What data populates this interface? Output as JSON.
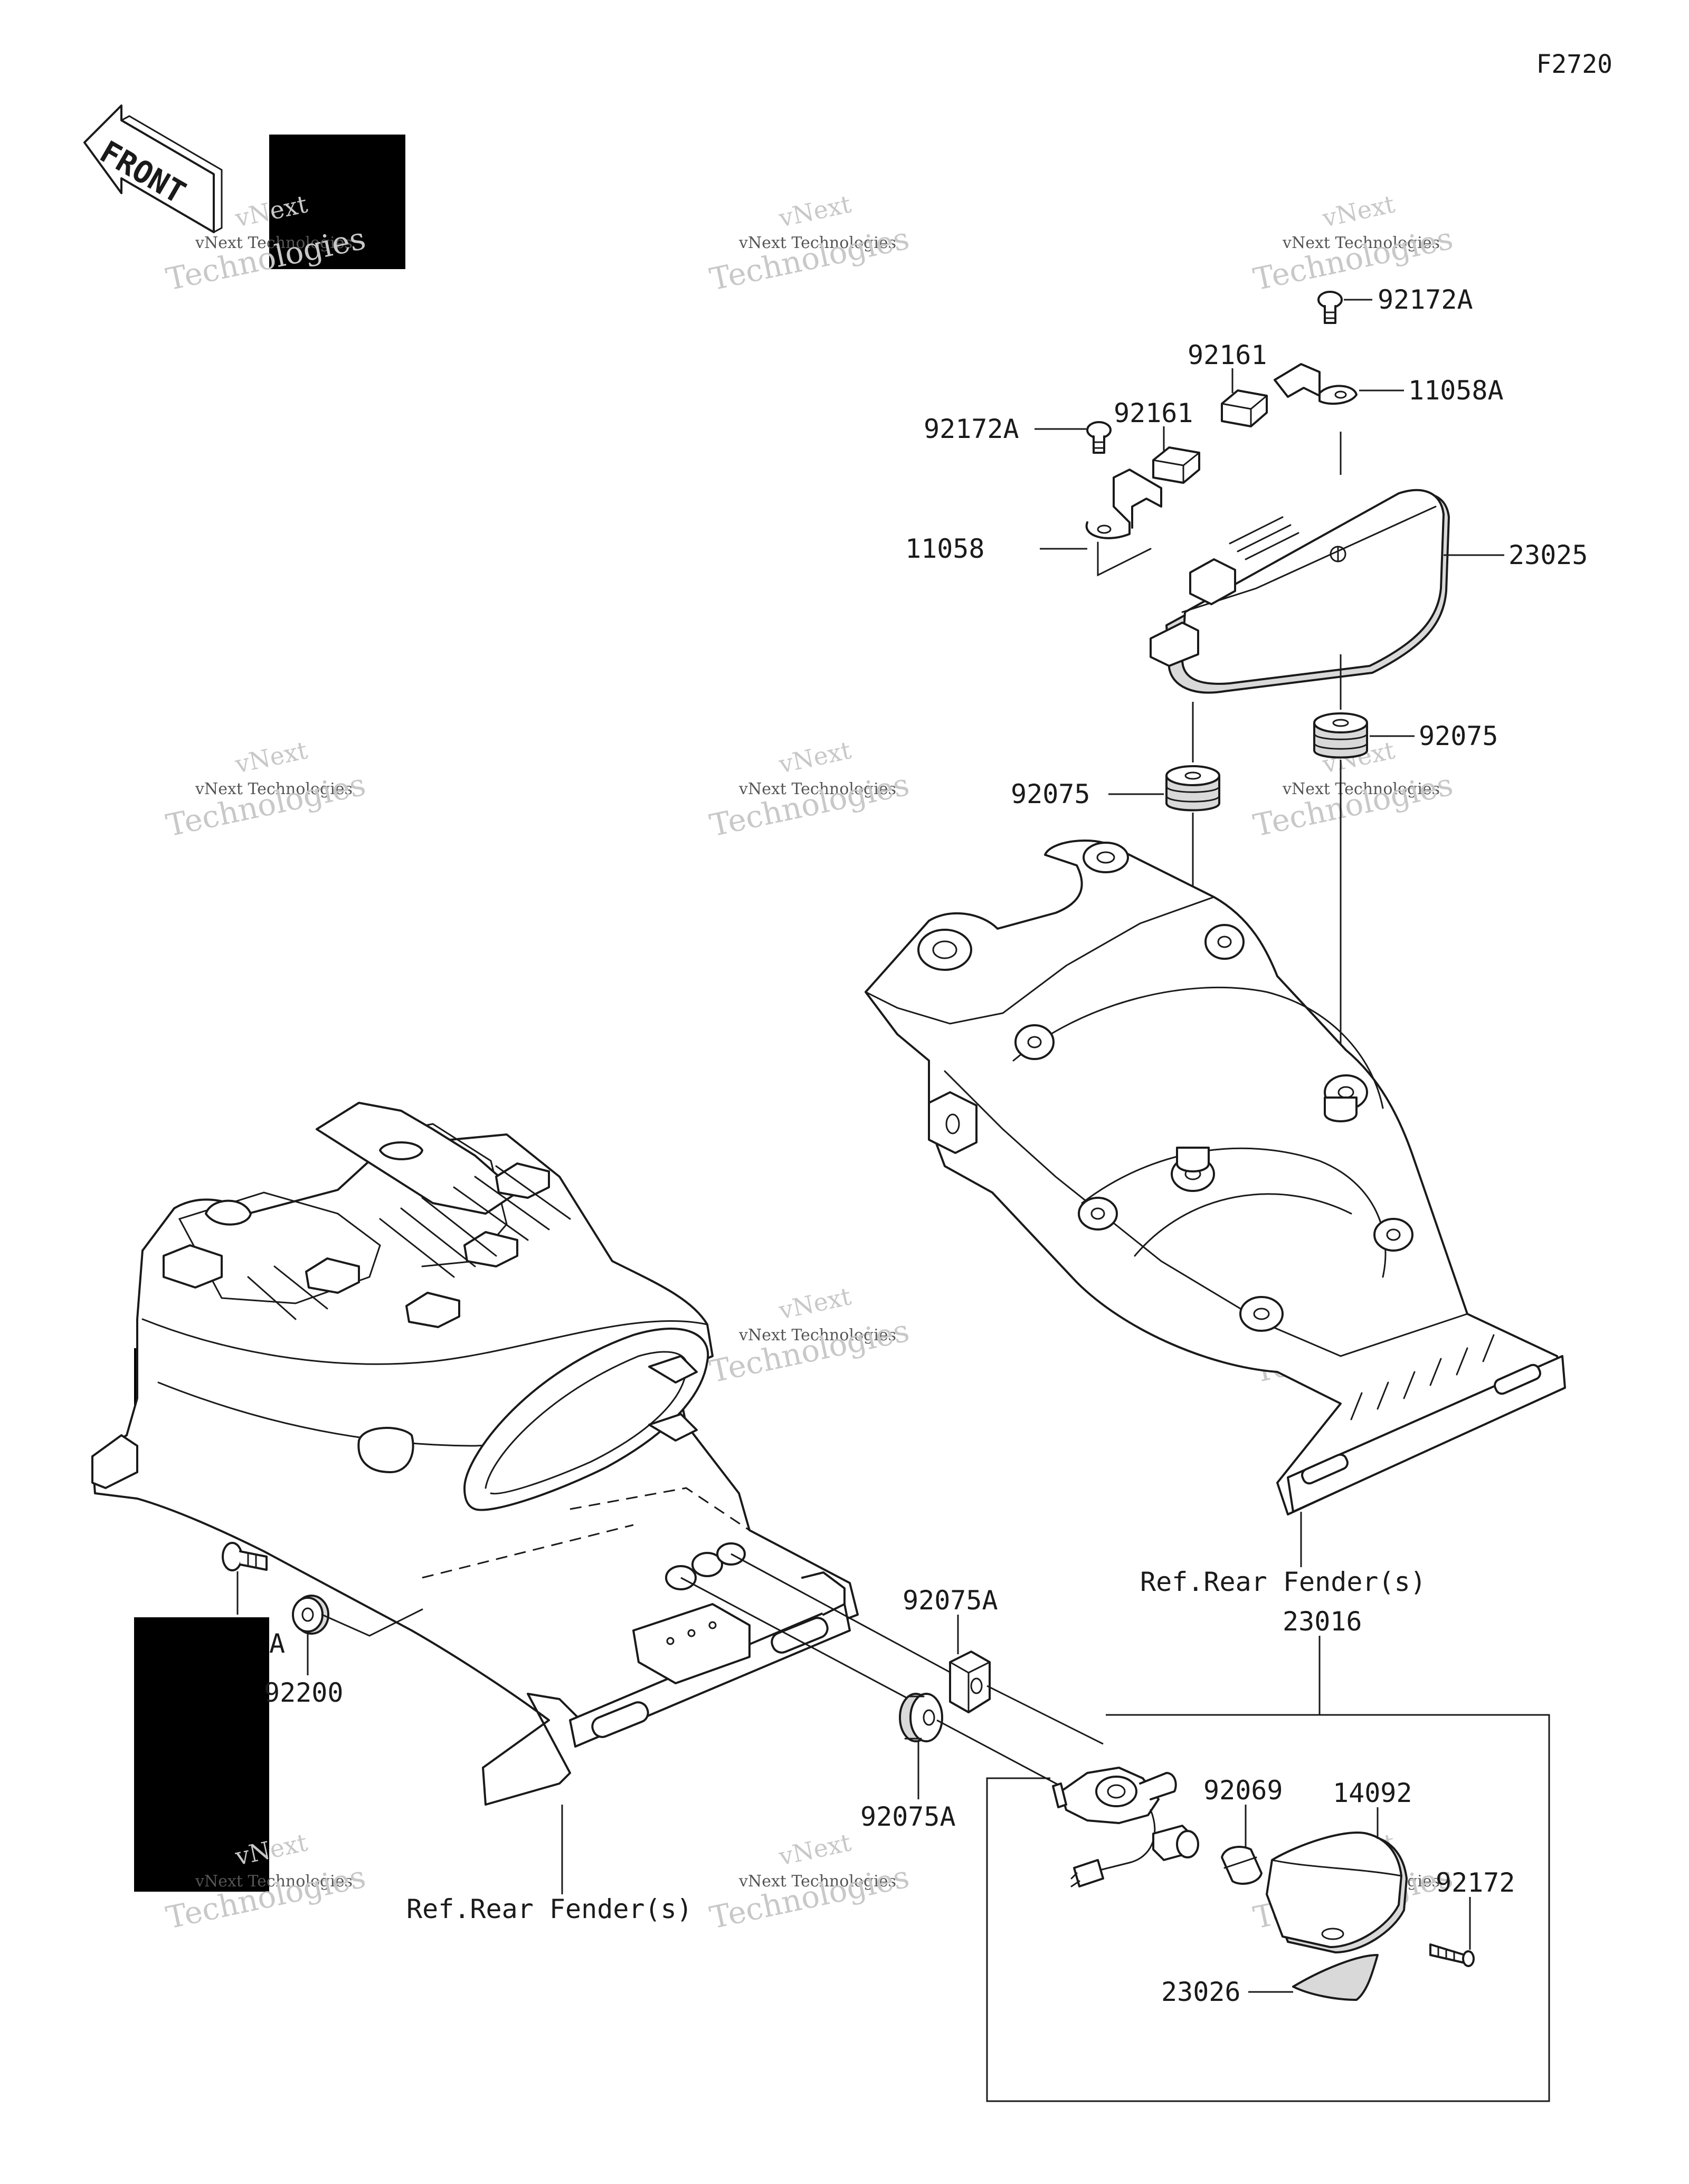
{
  "figure_code": "F2720",
  "front_arrow_label": "FRONT",
  "watermark": {
    "line1": "vNext Technologies",
    "line2": "vNext",
    "line3": "Technologies"
  },
  "parts": [
    {
      "id": "p1",
      "label": "92172A"
    },
    {
      "id": "p2",
      "label": "92161"
    },
    {
      "id": "p3",
      "label": "11058A"
    },
    {
      "id": "p4",
      "label": "92161"
    },
    {
      "id": "p5",
      "label": "92172A"
    },
    {
      "id": "p6",
      "label": "11058"
    },
    {
      "id": "p7",
      "label": "23025"
    },
    {
      "id": "p8",
      "label": "92075"
    },
    {
      "id": "p9",
      "label": "92075"
    },
    {
      "id": "p10",
      "label": "Ref.Rear Fender(s)"
    },
    {
      "id": "p11",
      "label": "23016"
    },
    {
      "id": "p12",
      "label": "92075A"
    },
    {
      "id": "p13",
      "label": "92075A"
    },
    {
      "id": "p14",
      "label": "92069"
    },
    {
      "id": "p15",
      "label": "14092"
    },
    {
      "id": "p16",
      "label": "92172"
    },
    {
      "id": "p17",
      "label": "23026"
    },
    {
      "id": "p18",
      "label": "Ref.Rear Fender(s)"
    },
    {
      "id": "p19",
      "label": "92200"
    },
    {
      "id": "p20",
      "label": "A"
    }
  ]
}
